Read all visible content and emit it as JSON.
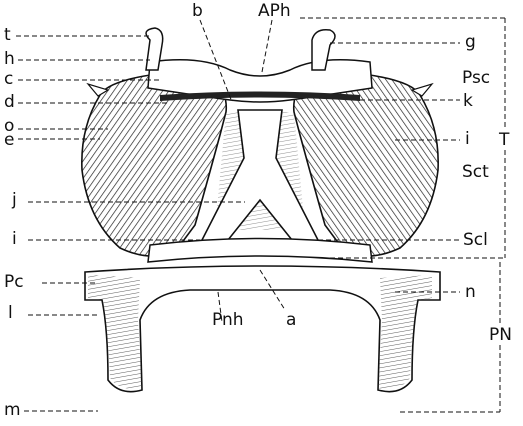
{
  "figure": {
    "labels": {
      "t_top": "t",
      "h": "h",
      "c": "c",
      "d": "d",
      "o": "o",
      "e": "e",
      "j": "j",
      "i_left": "i",
      "Pc": "Pc",
      "l": "l",
      "m": "m",
      "b": "b",
      "APh": "APh",
      "g": "g",
      "Psc": "Psc",
      "k": "k",
      "i_right": "i",
      "T": "T",
      "Sct": "Sct",
      "Scl": "Scl",
      "n": "n",
      "PN": "PN",
      "Pnh": "Pnh",
      "a": "a"
    }
  },
  "colors": {
    "ink": "#111111",
    "paper": "#ffffff"
  }
}
